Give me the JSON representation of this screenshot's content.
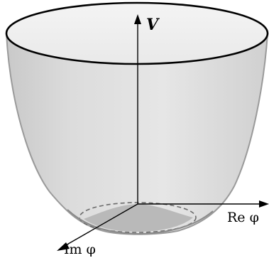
{
  "diagram": {
    "labels": {
      "vertical_axis": "V",
      "real_axis": "Re φ",
      "imag_axis": "Im φ"
    },
    "colors": {
      "background": "#ffffff",
      "surface_fill": "#e2e2e2",
      "surface_shade": "#cfcfcf",
      "surface_edge": "#9a9a9a",
      "rim": "#000000",
      "hump_fill": "#b9b9b9",
      "dashed_circle": "#6b6b6b",
      "axes": "#000000"
    }
  }
}
